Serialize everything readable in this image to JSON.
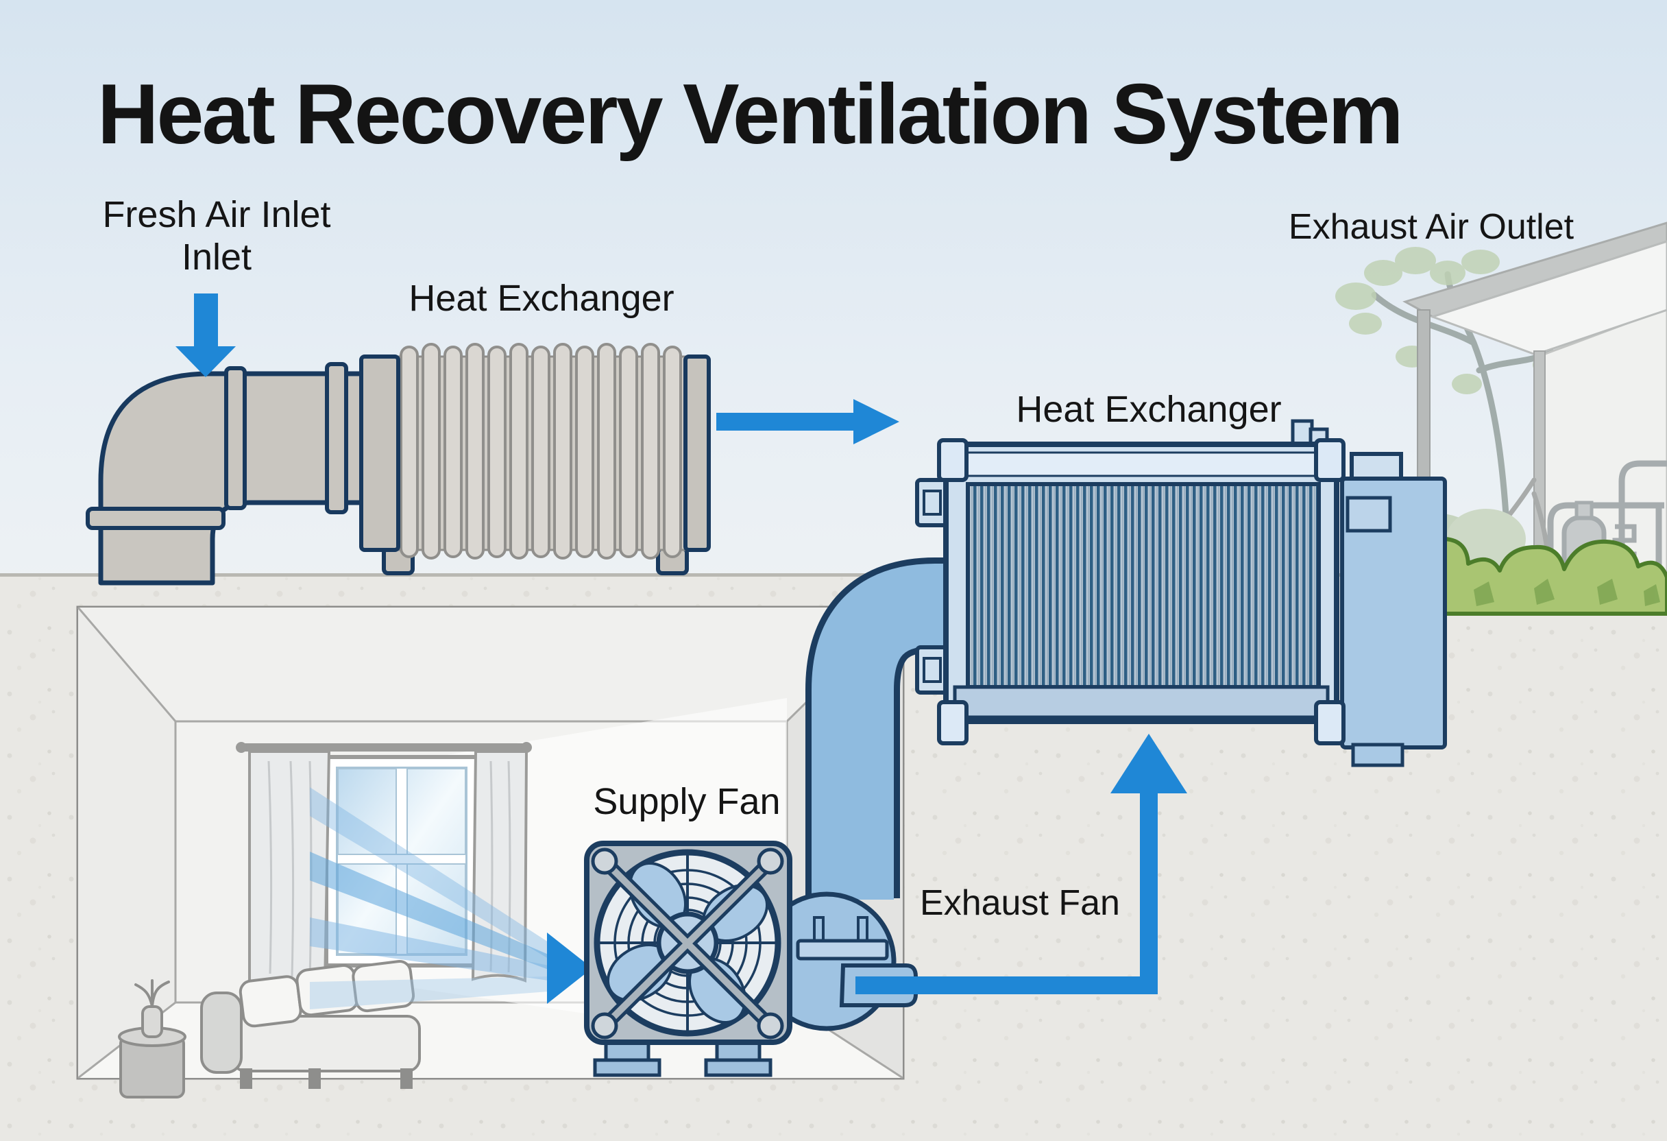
{
  "title": "Heat Recovery Ventilation System",
  "labels": {
    "fresh_air_inlet": {
      "line1": "Fresh Air Inlet",
      "line2": "Inlet"
    },
    "heat_exchanger_small": "Heat Exchanger",
    "heat_exchanger_main": "Heat Exchanger",
    "exhaust_air_outlet": "Exhaust Air Outlet",
    "supply_fan": "Supply Fan",
    "exhaust_fan": "Exhaust Fan"
  },
  "airflow": {
    "fresh_air_inlet_arrow": "down",
    "inlet_to_heat_exchanger_arrow": "right",
    "room_supply_arrow": "right",
    "exhaust_to_heat_exchanger_arrow": "up"
  },
  "colors": {
    "arrow_blue": "#1f87d6",
    "outline_navy": "#1c3d60",
    "duct_blue": "#8fbbdf",
    "exchanger_frame_blue": "#cfe0ef",
    "fin_dark_blue": "#2e5f84",
    "fin_light_gray": "#b6c6d4",
    "pipe_gray": "#c9c6c0",
    "ground_gray": "#e9e8e4",
    "sky_blue": "#d7e5f0",
    "bush_green": "#a9c572",
    "bush_outline_green": "#4c7d2a",
    "title_text": "#141414"
  }
}
